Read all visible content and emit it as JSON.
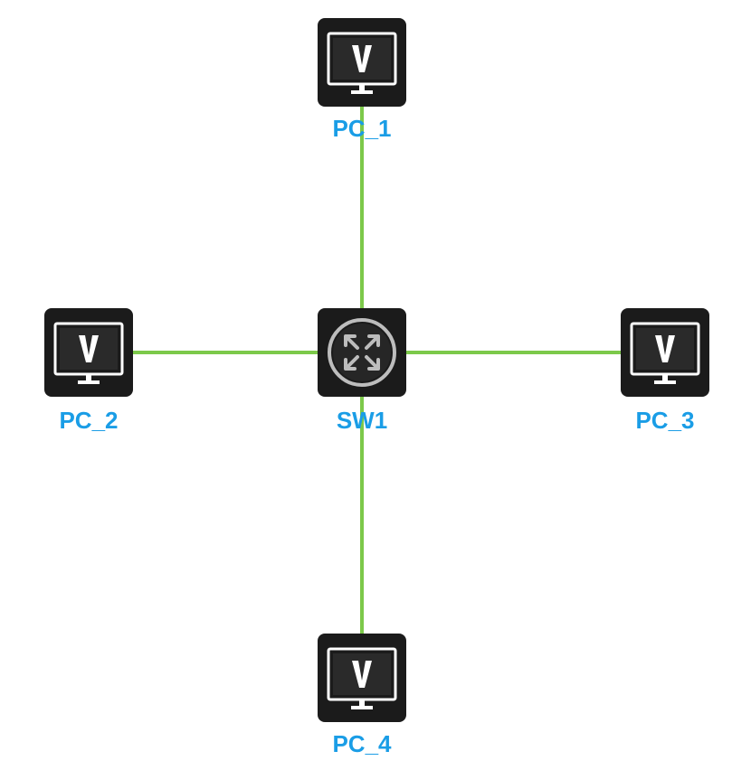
{
  "style": {
    "link_color": "#7cc94a",
    "label_color": "#1a9de6",
    "device_color": "#1b1b1b"
  },
  "nodes": {
    "pc1": {
      "label": "PC_1",
      "icon": "pc-monitor-icon"
    },
    "pc2": {
      "label": "PC_2",
      "icon": "pc-monitor-icon"
    },
    "sw1": {
      "label": "SW1",
      "icon": "switch-icon"
    },
    "pc3": {
      "label": "PC_3",
      "icon": "pc-monitor-icon"
    },
    "pc4": {
      "label": "PC_4",
      "icon": "pc-monitor-icon"
    }
  },
  "links": [
    {
      "from": "sw1",
      "to": "pc1"
    },
    {
      "from": "sw1",
      "to": "pc2"
    },
    {
      "from": "sw1",
      "to": "pc3"
    },
    {
      "from": "sw1",
      "to": "pc4"
    }
  ]
}
